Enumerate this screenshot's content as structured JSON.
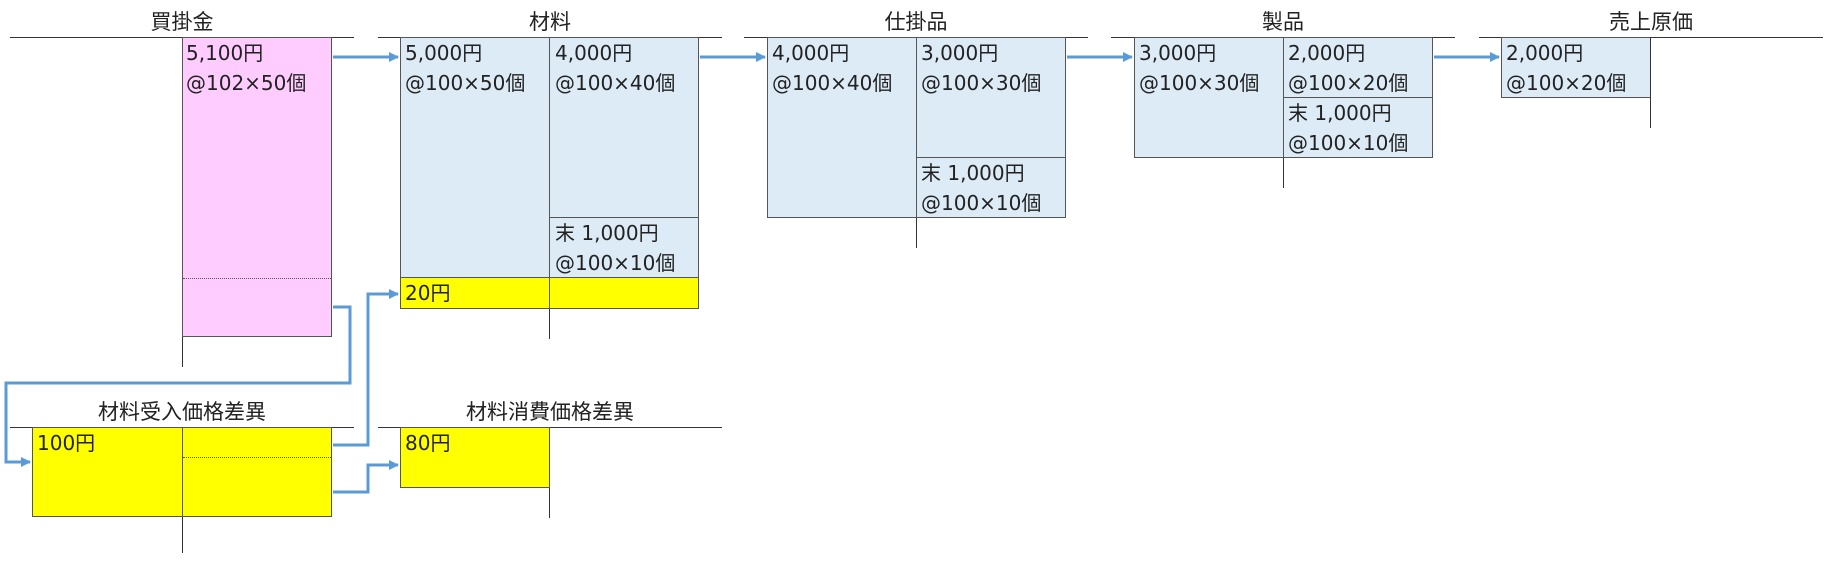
{
  "accounts": {
    "payables": {
      "title": "買掛金",
      "credit": {
        "amount": "5,100円",
        "detail": "@102×50個"
      }
    },
    "materials": {
      "title": "材料",
      "debit": {
        "amount": "5,000円",
        "detail": "@100×50個",
        "variance": "20円"
      },
      "credit": {
        "amount": "4,000円",
        "detail": "@100×40個"
      },
      "ending": {
        "amount": "末 1,000円",
        "detail": "@100×10個"
      }
    },
    "wip": {
      "title": "仕掛品",
      "debit": {
        "amount": "4,000円",
        "detail": "@100×40個"
      },
      "credit": {
        "amount": "3,000円",
        "detail": "@100×30個"
      },
      "ending": {
        "amount": "末 1,000円",
        "detail": "@100×10個"
      }
    },
    "finished": {
      "title": "製品",
      "debit": {
        "amount": "3,000円",
        "detail": "@100×30個"
      },
      "credit": {
        "amount": "2,000円",
        "detail": "@100×20個"
      },
      "ending": {
        "amount": "末 1,000円",
        "detail": "@100×10個"
      }
    },
    "cogs": {
      "title": "売上原価",
      "debit": {
        "amount": "2,000円",
        "detail": "@100×20個"
      }
    },
    "purchase_variance": {
      "title": "材料受入価格差異",
      "debit": {
        "amount": "100円"
      }
    },
    "usage_variance": {
      "title": "材料消費価格差異",
      "debit": {
        "amount": "80円"
      }
    }
  },
  "colors": {
    "payable_fill": "#ffccff",
    "cost_fill": "#ddebf7",
    "variance_fill": "#ffff00",
    "arrow": "#5b9bd5"
  }
}
